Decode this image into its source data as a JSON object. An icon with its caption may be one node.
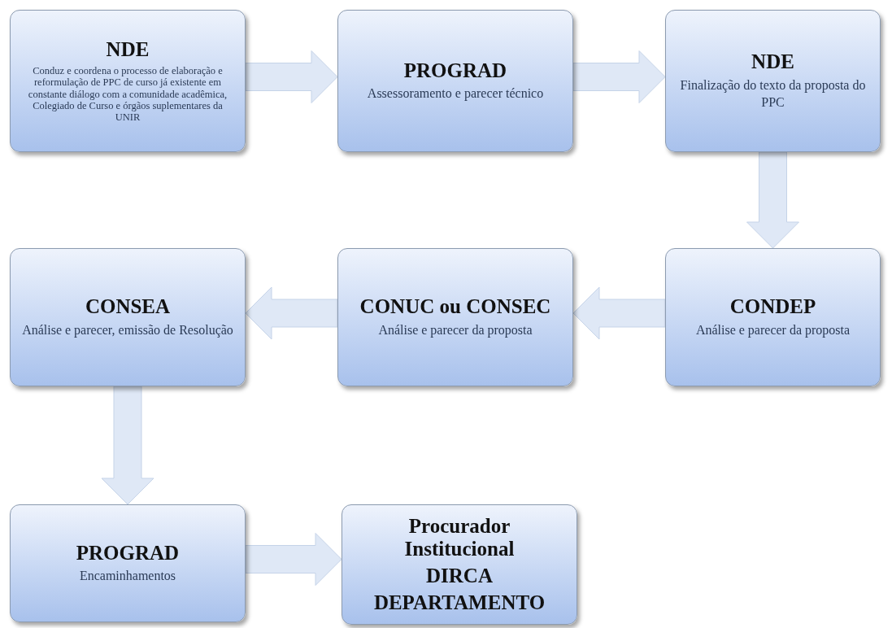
{
  "diagram": {
    "nodes": [
      {
        "text": [
          "NDE",
          "Conduz e coordena o processo de elaboração e reformulação de PPC de curso já existente em constante diálogo com a comunidade acadêmica, Colegiado de Curso e órgãos suplementares da UNIR"
        ]
      },
      {
        "text": [
          "PROGRAD",
          "Assessoramento e parecer técnico"
        ]
      },
      {
        "text": [
          "NDE",
          "Finalização do texto da proposta do PPC"
        ]
      },
      {
        "text": [
          "CONDEP",
          "Análise e parecer da proposta"
        ]
      },
      {
        "text": [
          "CONUC ou CONSEC",
          "Análise e parecer da proposta"
        ]
      },
      {
        "text": [
          "CONSEA",
          "Análise e parecer, emissão de Resolução"
        ]
      },
      {
        "text": [
          "PROGRAD",
          "Encaminhamentos"
        ]
      },
      {
        "text": [
          "Procurador Institucional",
          "DIRCA",
          "DEPARTAMENTO"
        ]
      }
    ],
    "edges": [
      {
        "from": 0,
        "to": 1,
        "arrow": "to"
      },
      {
        "from": 1,
        "to": 2,
        "arrow": "to"
      },
      {
        "from": 2,
        "to": 3,
        "arrow": "to"
      },
      {
        "from": 3,
        "to": 4,
        "arrow": "to"
      },
      {
        "from": 4,
        "to": 5,
        "arrow": "to"
      },
      {
        "from": 5,
        "to": 6,
        "arrow": "to"
      },
      {
        "from": 6,
        "to": 7,
        "arrow": "to"
      }
    ]
  }
}
